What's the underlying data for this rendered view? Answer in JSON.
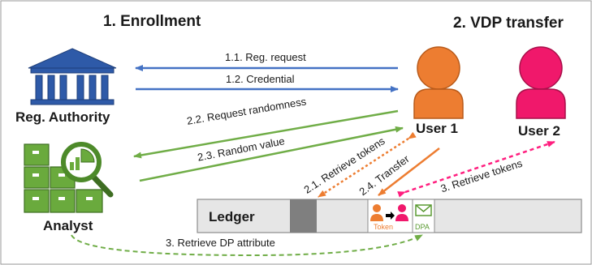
{
  "headings": {
    "enrollment": "1. Enrollment",
    "vdp_transfer": "2. VDP transfer"
  },
  "actors": {
    "reg_authority": "Reg. Authority",
    "analyst": "Analyst",
    "user1": "User 1",
    "user2": "User 2",
    "ledger": "Ledger"
  },
  "arrows": {
    "reg_request": "1.1. Reg. request",
    "credential": "1.2. Credential",
    "request_randomness": "2.2. Request randomness",
    "random_value": "2.3. Random value",
    "retrieve_tokens_1": "2.1. Retrieve tokens",
    "transfer": "2.4. Transfer",
    "retrieve_tokens_2": "3. Retrieve  tokens",
    "retrieve_dp": "3. Retrieve DP attribute"
  },
  "ledger_items": {
    "token": "Token",
    "dpa": "DPA"
  },
  "colors": {
    "blue_arrow": "#4472c4",
    "green_arrow": "#70ad47",
    "orange_arrow": "#ed7d31",
    "pink_arrow": "#ff1f7f",
    "reg_authority_icon": "#2e5aa8",
    "analyst_icon": "#5a9a32",
    "user1_icon": "#ed7d31",
    "user2_icon": "#f0186b",
    "ledger_fill": "#e6e6e6",
    "ledger_block": "#7f7f7f"
  },
  "icons": {
    "reg_authority": "bank-building-icon",
    "analyst": "magnifier-boxes-chart-icon",
    "user": "person-icon",
    "dpa": "envelope-icon",
    "token": "person-to-person-icon"
  }
}
